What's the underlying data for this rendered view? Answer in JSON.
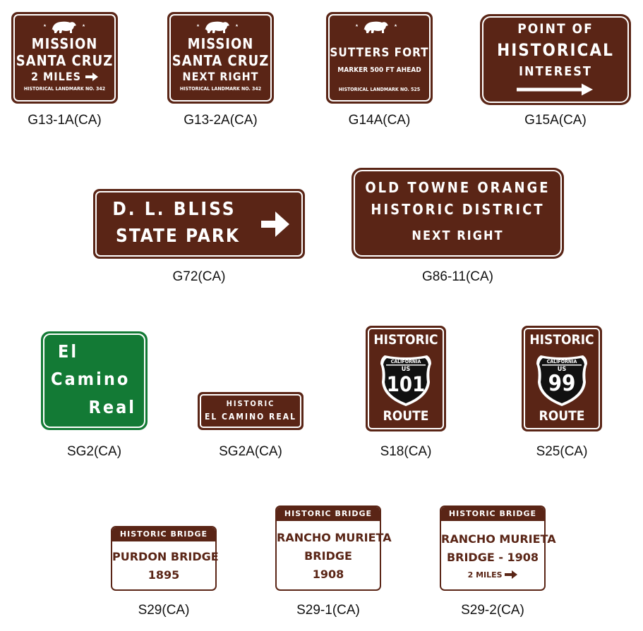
{
  "signs": {
    "g13_1a": {
      "line1": "MISSION",
      "line2": "SANTA CRUZ",
      "line3": "2 MILES",
      "footer": "HISTORICAL LANDMARK NO. 342",
      "caption": "G13-1A(CA)"
    },
    "g13_2a": {
      "line1": "MISSION",
      "line2": "SANTA CRUZ",
      "line3": "NEXT RIGHT",
      "footer": "HISTORICAL LANDMARK NO. 342",
      "caption": "G13-2A(CA)"
    },
    "g14a": {
      "line1": "SUTTERS FORT",
      "line2": "MARKER 500 FT AHEAD",
      "footer": "HISTORICAL LANDMARK NO. 525",
      "caption": "G14A(CA)"
    },
    "g15a": {
      "line1": "POINT OF",
      "line2": "HISTORICAL",
      "line3": "INTEREST",
      "caption": "G15A(CA)"
    },
    "g72": {
      "line1": "D. L. BLISS",
      "line2": "STATE PARK",
      "caption": "G72(CA)"
    },
    "g86_11": {
      "line1": "OLD TOWNE ORANGE",
      "line2": "HISTORIC DISTRICT",
      "line3": "NEXT RIGHT",
      "caption": "G86-11(CA)"
    },
    "sg2": {
      "line1": "El",
      "line2": "Camino",
      "line3": "Real",
      "caption": "SG2(CA)"
    },
    "sg2a": {
      "line1": "HISTORIC",
      "line2": "EL CAMINO REAL",
      "caption": "SG2A(CA)"
    },
    "s18": {
      "top": "HISTORIC",
      "shield_state": "CALIFORNIA",
      "shield_us": "US",
      "shield_num": "101",
      "bottom": "ROUTE",
      "caption": "S18(CA)"
    },
    "s25": {
      "top": "HISTORIC",
      "shield_state": "CALIFORNIA",
      "shield_us": "US",
      "shield_num": "99",
      "bottom": "ROUTE",
      "caption": "S25(CA)"
    },
    "s29": {
      "header": "HISTORIC BRIDGE",
      "line1": "PURDON BRIDGE",
      "line2": "1895",
      "caption": "S29(CA)"
    },
    "s29_1": {
      "header": "HISTORIC BRIDGE",
      "line1": "RANCHO MURIETA",
      "line2": "BRIDGE",
      "line3": "1908",
      "caption": "S29-1(CA)"
    },
    "s29_2": {
      "header": "HISTORIC BRIDGE",
      "line1": "RANCHO MURIETA",
      "line2": "BRIDGE - 1908",
      "line3": "2 MILES",
      "caption": "S29-2(CA)"
    }
  },
  "colors": {
    "brown": "#5a2516",
    "green": "#137a35",
    "white": "#ffffff"
  }
}
